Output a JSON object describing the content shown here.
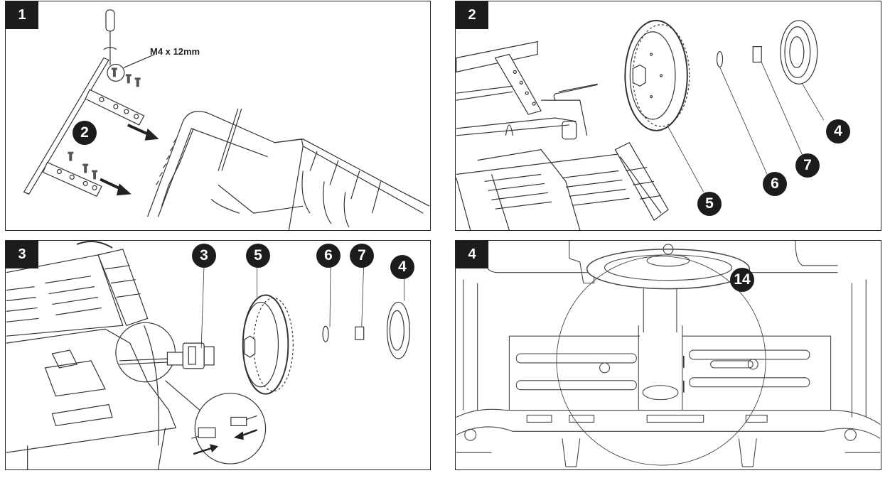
{
  "document": {
    "type": "assembly-instructions",
    "steps": [
      {
        "number": "1",
        "screw_spec": "M4 x 12mm",
        "callouts": [
          "2"
        ],
        "description_icons": [
          "screwdriver-icon",
          "screw-icon",
          "arrow-icon"
        ]
      },
      {
        "number": "2",
        "callouts": [
          "5",
          "6",
          "7",
          "4"
        ]
      },
      {
        "number": "3",
        "callouts": [
          "3",
          "5",
          "6",
          "7",
          "4"
        ]
      },
      {
        "number": "4",
        "callouts": [
          "14"
        ]
      }
    ]
  },
  "colors": {
    "badge": "#1c1c1c",
    "line": "#333333",
    "background": "#ffffff"
  }
}
